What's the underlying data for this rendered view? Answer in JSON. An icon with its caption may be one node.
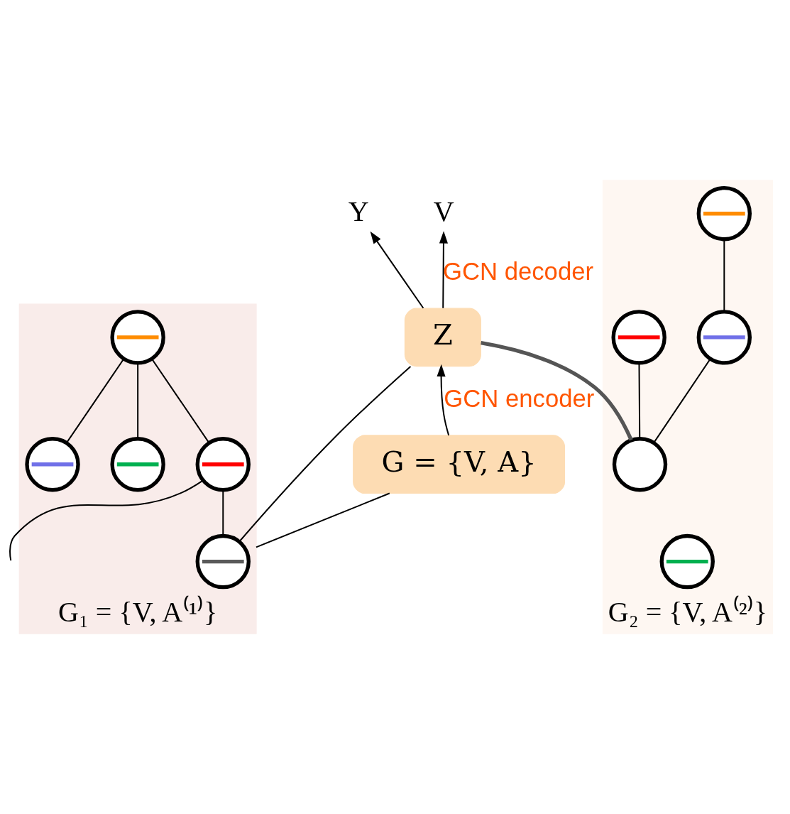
{
  "diagram": {
    "nodes": [
      {
        "text": [
          "G₁ = {V, A⁽¹⁾}"
        ]
      },
      {
        "text": [
          "G₂ = {V, A⁽²⁾}"
        ]
      },
      {
        "text": [],
        "shape": "circle",
        "in": 0
      },
      {
        "text": [],
        "shape": "circle",
        "in": 0
      },
      {
        "text": [],
        "shape": "circle",
        "in": 0
      },
      {
        "text": [],
        "shape": "circle",
        "in": 0
      },
      {
        "text": [],
        "shape": "circle",
        "in": 0
      },
      {
        "text": [],
        "shape": "circle",
        "in": 1
      },
      {
        "text": [],
        "shape": "circle",
        "in": 1
      },
      {
        "text": [],
        "shape": "circle",
        "in": 1
      },
      {
        "text": [],
        "shape": "circle",
        "in": 1
      },
      {
        "text": [],
        "shape": "circle",
        "in": 1
      },
      {
        "text": [
          "G = {V, A}"
        ]
      },
      {
        "text": [
          "Z"
        ]
      },
      {
        "text": [
          "V"
        ]
      },
      {
        "text": [
          "Y"
        ]
      }
    ],
    "edges": [
      {
        "from": 2,
        "to": 3,
        "arrow": "none"
      },
      {
        "from": 3,
        "to": 5,
        "arrow": "none"
      },
      {
        "from": 4,
        "to": 5,
        "arrow": "none"
      },
      {
        "from": 6,
        "to": 5,
        "arrow": "none"
      },
      {
        "from": null,
        "to": 3,
        "arrow": "none"
      },
      {
        "from": 7,
        "to": 8,
        "arrow": "none"
      },
      {
        "from": 7,
        "to": 11,
        "arrow": "none"
      },
      {
        "from": 11,
        "to": 10,
        "arrow": "none"
      },
      {
        "from": 0,
        "to": 12,
        "arrow": "none"
      },
      {
        "from": 12,
        "to": 13,
        "arrow": "to",
        "label": "GCN encoder"
      },
      {
        "from": 13,
        "to": 14,
        "arrow": "to",
        "label": "GCN decoder"
      },
      {
        "from": 13,
        "to": 15,
        "arrow": "to"
      },
      {
        "from": 2,
        "to": 13,
        "arrow": "none"
      },
      {
        "from": 7,
        "to": 13,
        "arrow": "none",
        "style": "thick",
        "color": "#555555"
      }
    ]
  }
}
